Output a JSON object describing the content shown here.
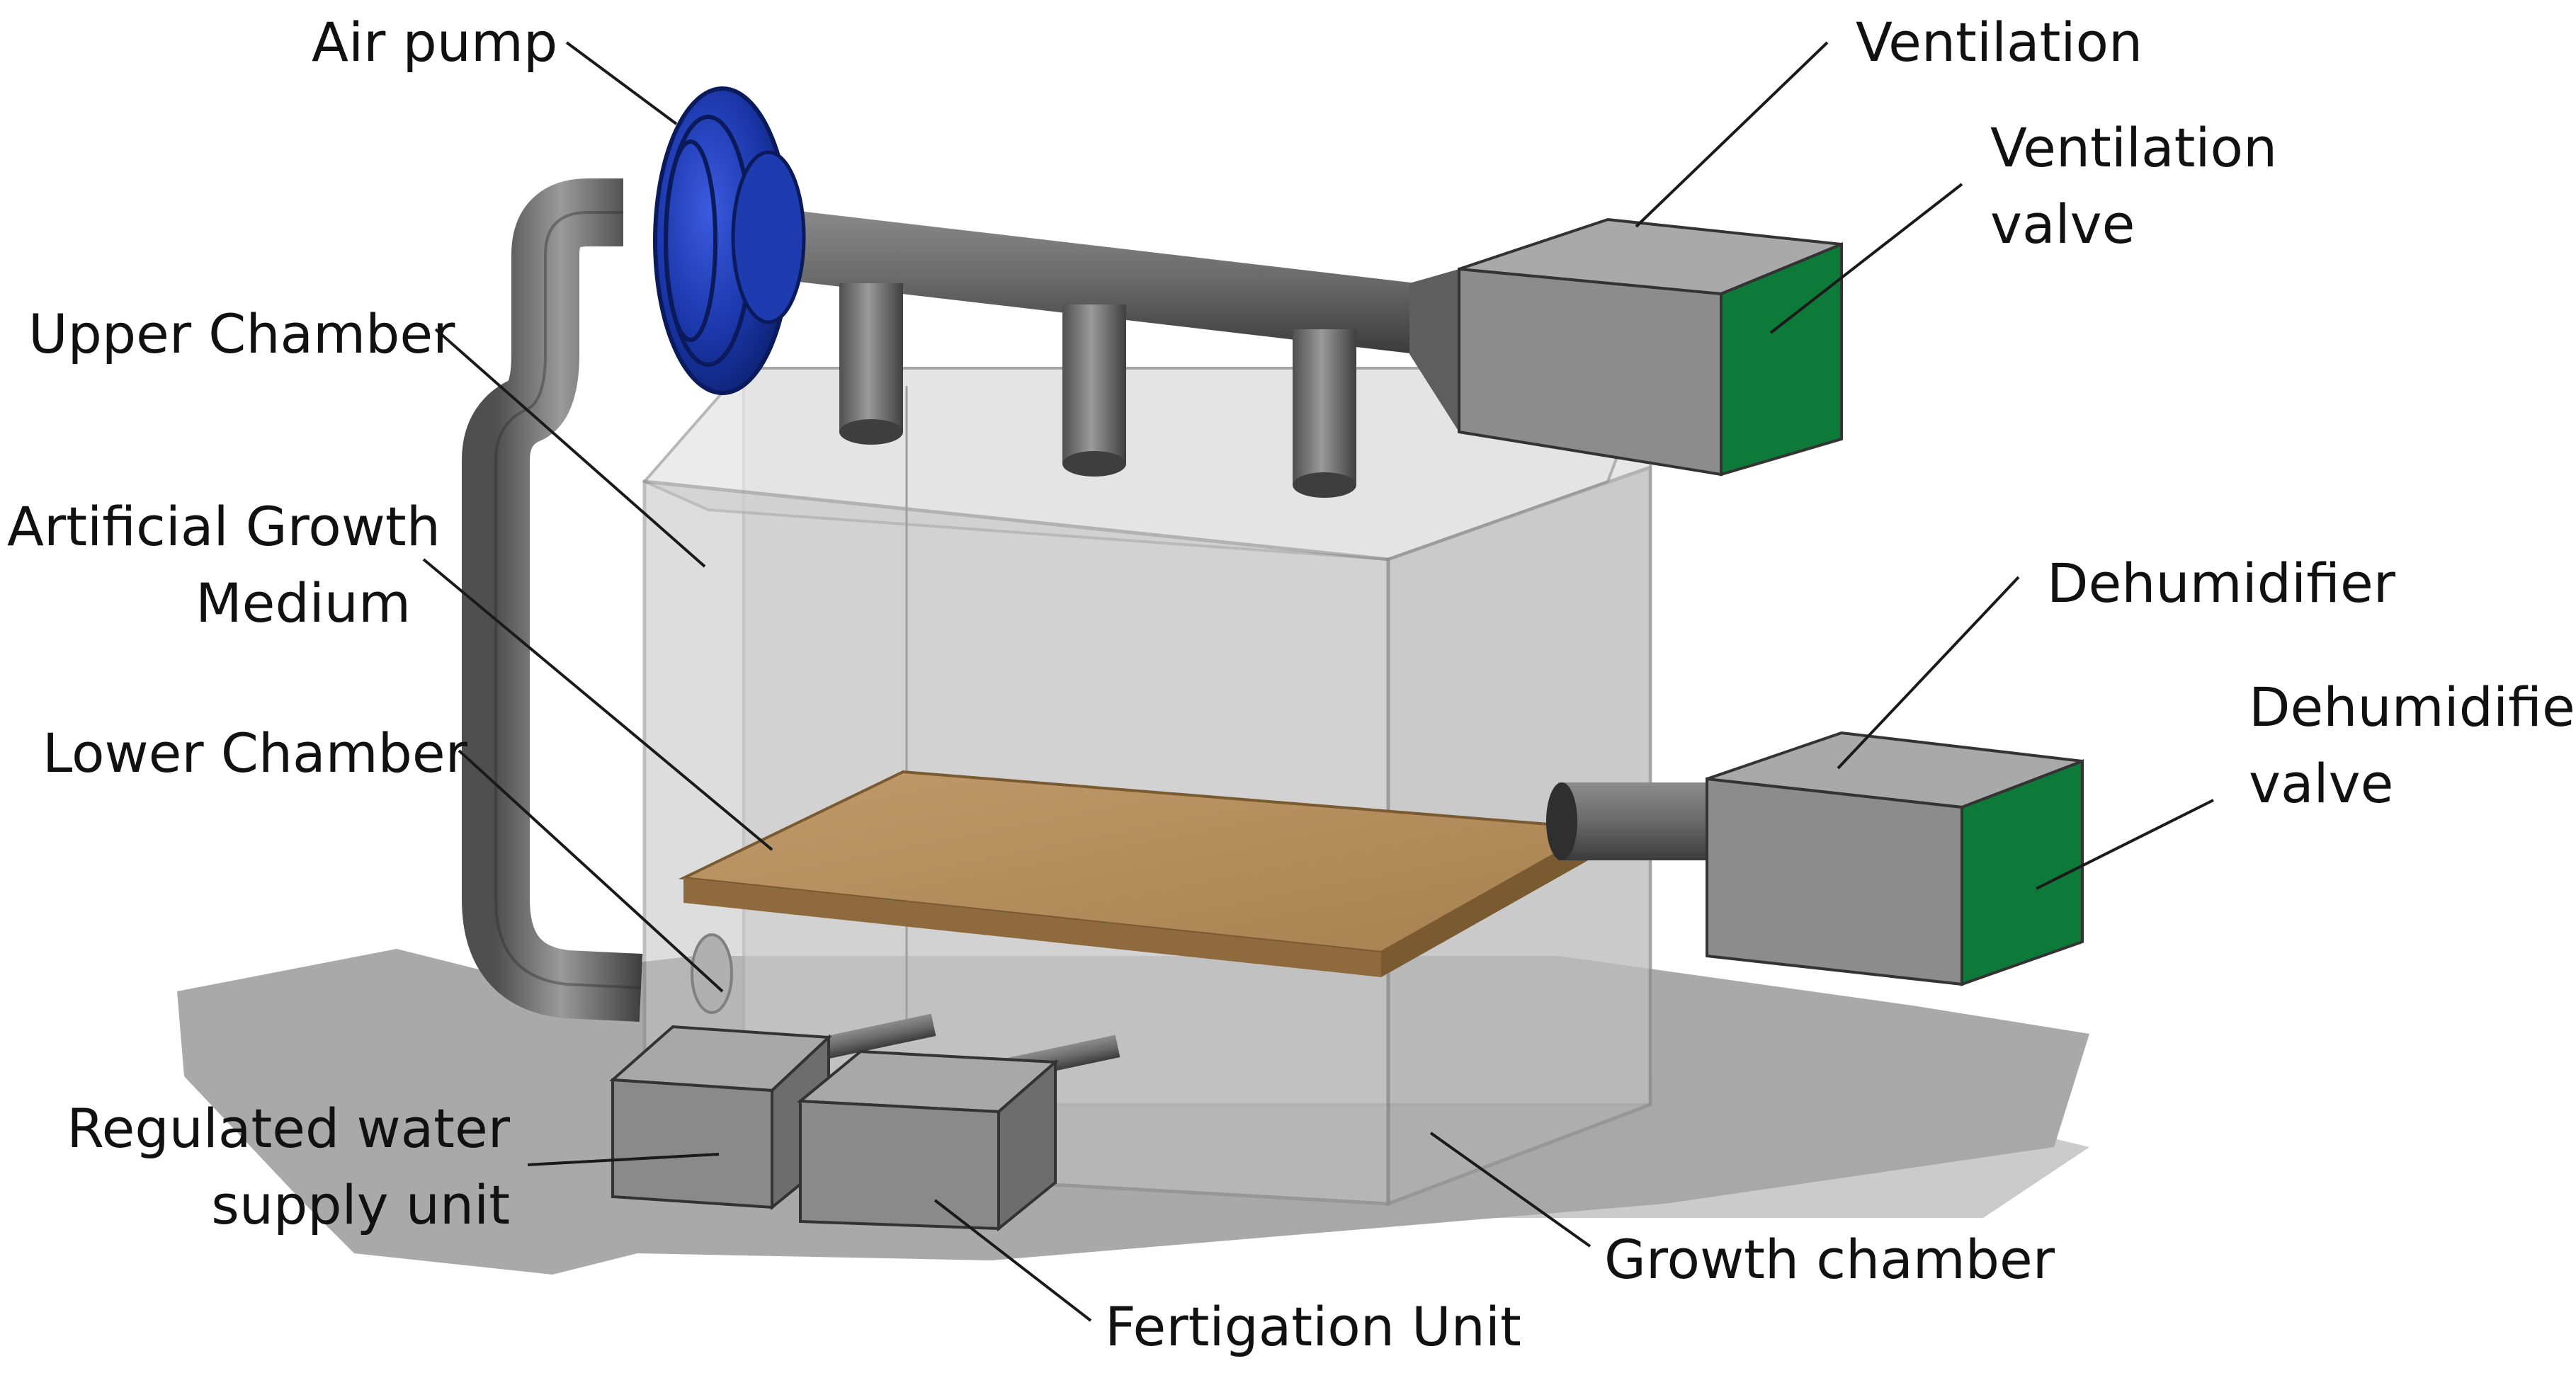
{
  "labels": {
    "air_pump": "Air pump",
    "ventilation": "Ventilation",
    "ventilation_valve": [
      "Ventilation",
      "valve"
    ],
    "upper_chamber": "Upper Chamber",
    "artificial_growth_medium": [
      "Artificial Growth",
      "Medium"
    ],
    "lower_chamber": "Lower Chamber",
    "dehumidifier": "Dehumidifier",
    "dehumidifier_valve": [
      "Dehumidifier",
      "valve"
    ],
    "regulated_water_supply_unit": [
      "Regulated water",
      "supply unit"
    ],
    "growth_chamber": "Growth chamber",
    "fertigation_unit": "Fertigation Unit"
  },
  "colors": {
    "pipe": "#6e6e6e",
    "pump": "#1f3fb8",
    "box": "#8a8a8a",
    "valve_face": "#0e7a3a",
    "chamber_glass": "#c9c9c9",
    "medium": "#b48a5a",
    "shadow": "#8f8f8f",
    "leader_line": "#1a1a1a"
  }
}
